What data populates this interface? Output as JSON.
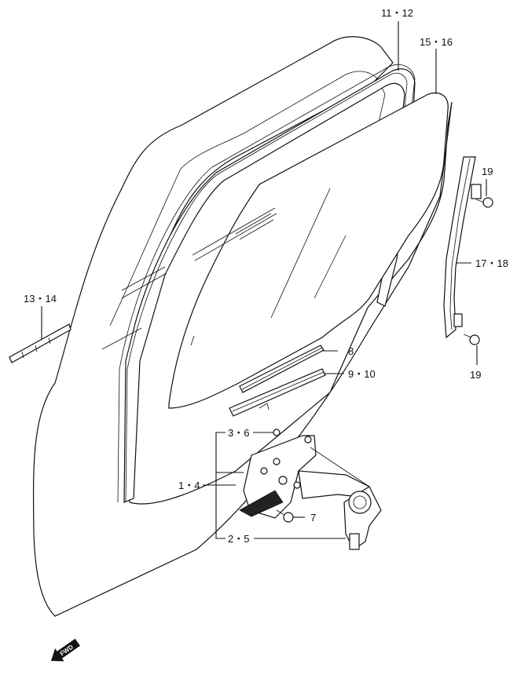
{
  "callouts": [
    {
      "id": "c11_12",
      "text": "11・12"
    },
    {
      "id": "c15_16",
      "text": "15・16"
    },
    {
      "id": "c19a",
      "text": "19"
    },
    {
      "id": "c17_18",
      "text": "17・18"
    },
    {
      "id": "c13_14",
      "text": "13・14"
    },
    {
      "id": "c19b",
      "text": "19"
    },
    {
      "id": "c8",
      "text": "8"
    },
    {
      "id": "c9_10",
      "text": "9・10"
    },
    {
      "id": "c3_6",
      "text": "3・6"
    },
    {
      "id": "c1_4",
      "text": "1・4"
    },
    {
      "id": "c7",
      "text": "7"
    },
    {
      "id": "c2_5",
      "text": "2・5"
    }
  ],
  "fwd_label": "FWD",
  "colors": {
    "line": "#111111",
    "background": "#ffffff"
  }
}
